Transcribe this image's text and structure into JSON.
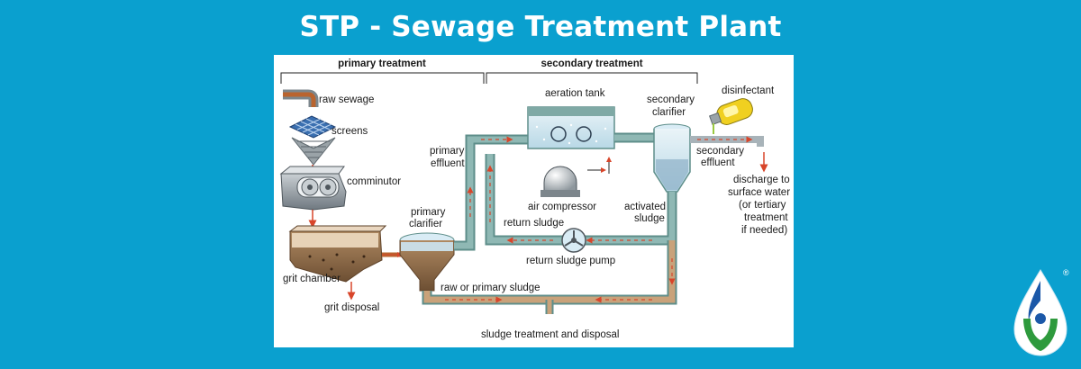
{
  "title": "STP - Sewage Treatment Plant",
  "diagram": {
    "sections": {
      "primary": "primary treatment",
      "secondary": "secondary treatment"
    },
    "labels": {
      "raw_sewage": "raw sewage",
      "screens": "screens",
      "comminutor": "comminutor",
      "grit_chamber": "grit chamber",
      "grit_disposal": "grit disposal",
      "primary_clarifier_1": "primary",
      "primary_clarifier_2": "clarifier",
      "primary_effluent_1": "primary",
      "primary_effluent_2": "effluent",
      "aeration_tank": "aeration tank",
      "air_compressor": "air compressor",
      "secondary_clarifier_1": "secondary",
      "secondary_clarifier_2": "clarifier",
      "disinfectant": "disinfectant",
      "secondary_effluent_1": "secondary",
      "secondary_effluent_2": "effluent",
      "discharge_1": "discharge to",
      "discharge_2": "surface water",
      "discharge_3": "(or tertiary",
      "discharge_4": "treatment",
      "discharge_5": "if needed)",
      "activated_sludge_1": "activated",
      "activated_sludge_2": "sludge",
      "return_sludge": "return sludge",
      "return_sludge_pump": "return sludge pump",
      "raw_or_primary_sludge": "raw or primary sludge",
      "sludge_treatment": "sludge treatment and disposal"
    }
  },
  "logo": {
    "registered": "®"
  },
  "colors": {
    "background": "#0aa0cf",
    "pipe": "#8fb8b4",
    "pipe_dark": "#5e8e8a",
    "water": "#d9ecf5",
    "sludge": "#8a6a4a",
    "arrow": "#d8452a"
  }
}
